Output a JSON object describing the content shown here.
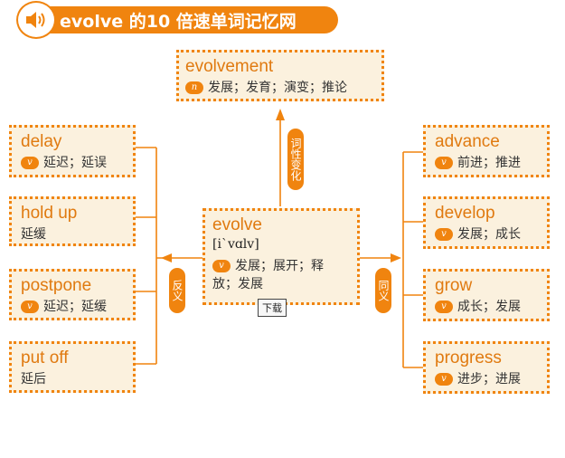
{
  "header": {
    "title": "evolve 的10 倍速单词记忆网"
  },
  "center": {
    "word": "evolve",
    "phonetic": "[i`vɑlv]",
    "pos": "v",
    "meaning_line1": "发展；展开；释",
    "meaning_line2": "放；发展"
  },
  "top": {
    "word": "evolvement",
    "pos": "n",
    "meaning": "发展；发育；演变；推论"
  },
  "labels": {
    "derived": "词性变化",
    "antonym": "反义",
    "synonym": "同义"
  },
  "antonyms": [
    {
      "word": "delay",
      "pos": "v",
      "meaning": "延迟；延误"
    },
    {
      "word": "hold up",
      "pos": "",
      "meaning": "延缓"
    },
    {
      "word": "postpone",
      "pos": "v",
      "meaning": "延迟；延缓"
    },
    {
      "word": "put off",
      "pos": "",
      "meaning": "延后"
    }
  ],
  "synonyms": [
    {
      "word": "advance",
      "pos": "v",
      "meaning": "前进；推进"
    },
    {
      "word": "develop",
      "pos": "v",
      "meaning": "发展；成长"
    },
    {
      "word": "grow",
      "pos": "v",
      "meaning": "成长；发展"
    },
    {
      "word": "progress",
      "pos": "v",
      "meaning": "进步；进展"
    }
  ],
  "tooltip": {
    "download": "下载"
  },
  "colors": {
    "accent": "#f0840f",
    "card_bg": "#fbf1de"
  }
}
